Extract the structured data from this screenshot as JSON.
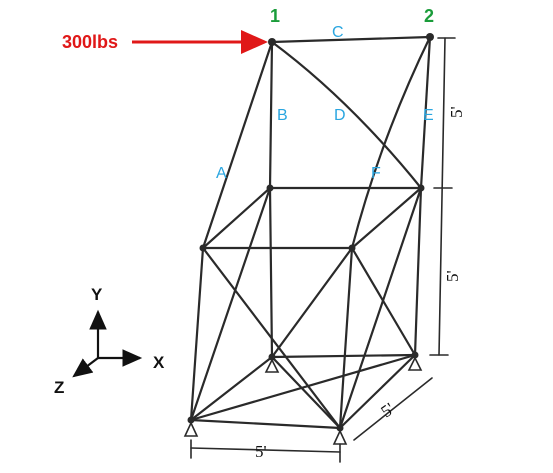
{
  "load": {
    "label": "300lbs",
    "color": "#e01818"
  },
  "nodes": {
    "n1": "1",
    "n2": "2",
    "color": "#1a9c3a"
  },
  "members": {
    "A": "A",
    "B": "B",
    "C": "C",
    "D": "D",
    "E": "E",
    "F": "F",
    "color": "#2aa6e0"
  },
  "axes": {
    "y": "Y",
    "x": "X",
    "z": "Z"
  },
  "dimensions": {
    "height_upper": "5'",
    "height_lower": "5'",
    "depth": "5'",
    "width": "5'"
  }
}
